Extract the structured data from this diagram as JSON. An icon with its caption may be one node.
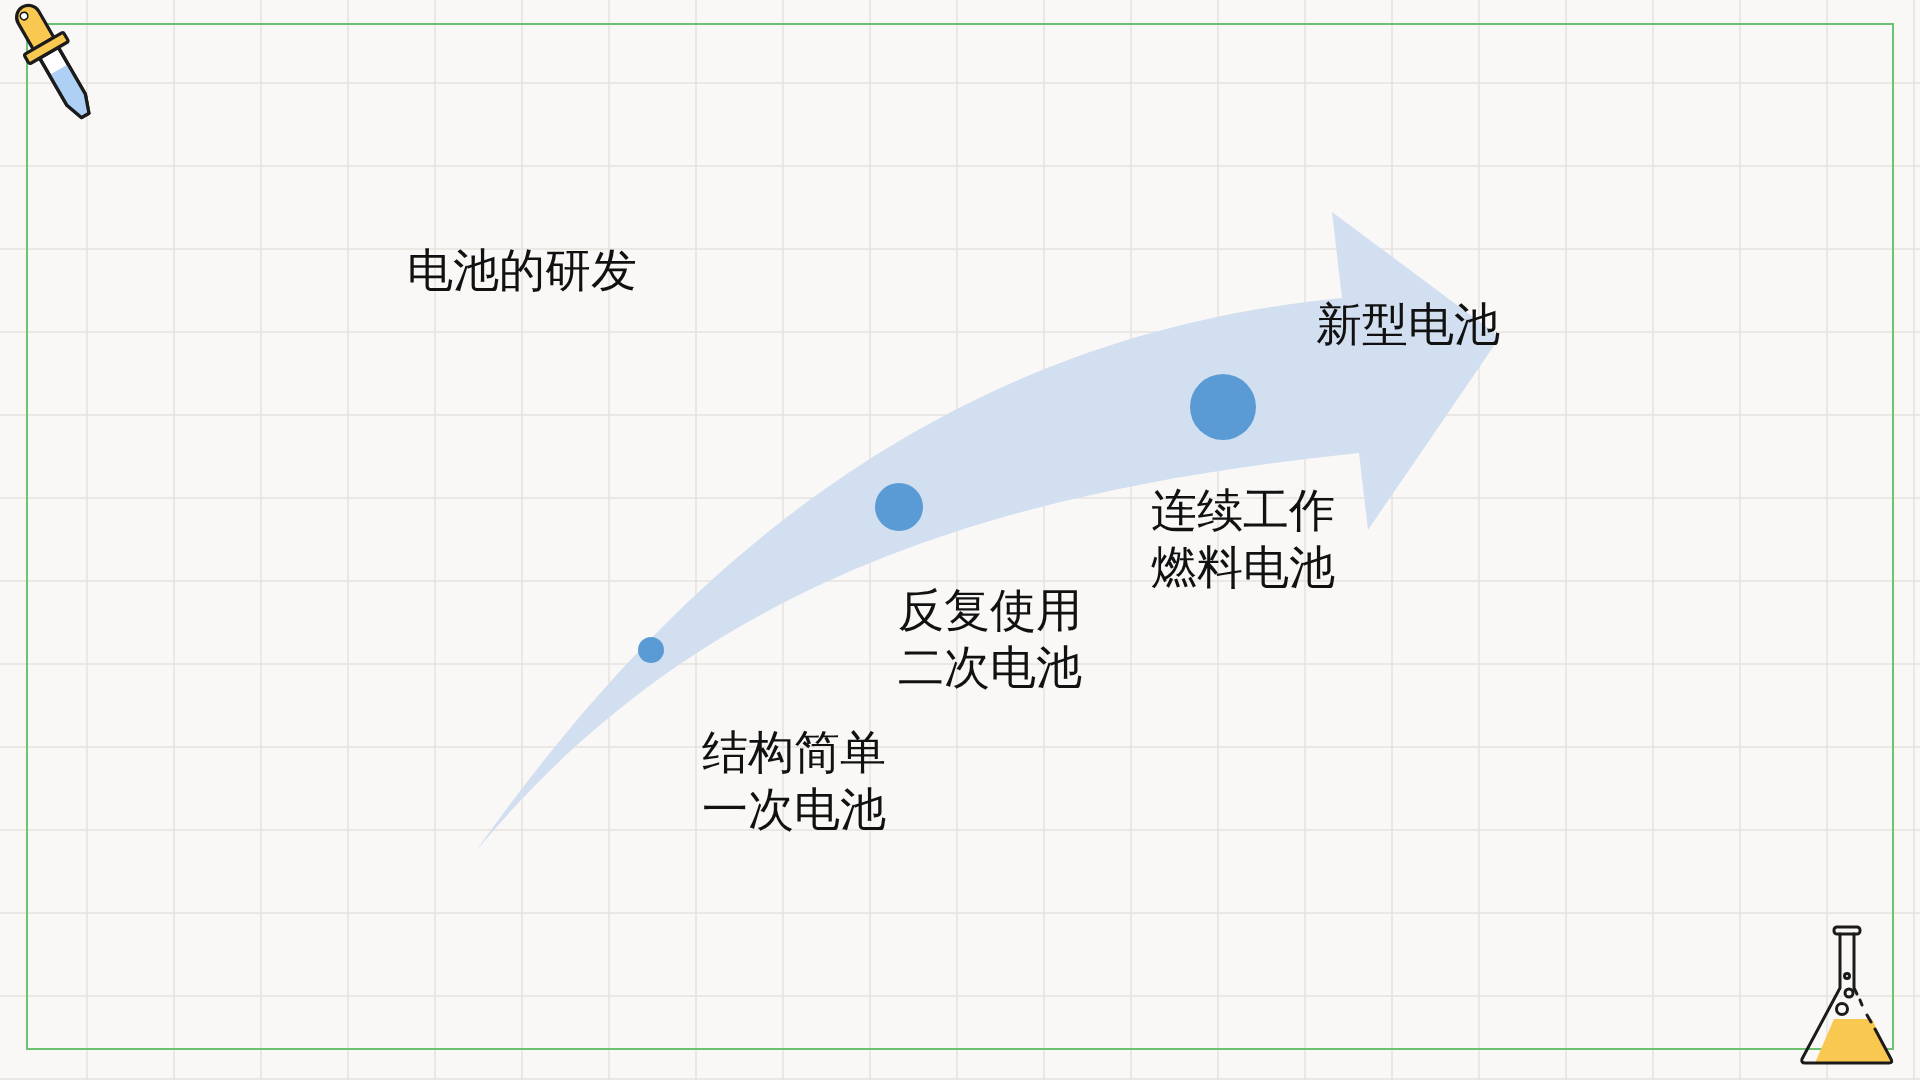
{
  "diagram": {
    "title": "电池的研发",
    "nodes": [
      {
        "text": [],
        "shape": "circle",
        "beside": [
          "结构简单",
          "一次电池"
        ]
      },
      {
        "text": [],
        "shape": "circle",
        "beside": [
          "反复使用",
          "二次电池"
        ]
      },
      {
        "text": [],
        "shape": "circle",
        "beside": [
          "连续工作",
          "燃料电池"
        ]
      }
    ],
    "labels": [
      "新型电池"
    ]
  }
}
